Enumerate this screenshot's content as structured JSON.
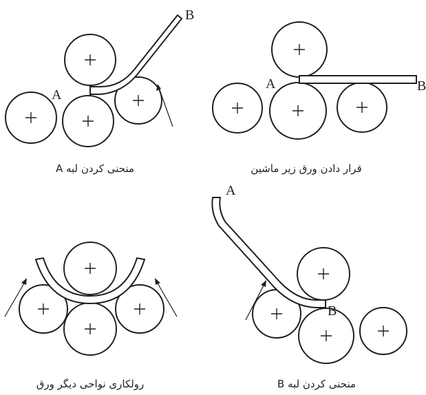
{
  "panels": {
    "top_right": {
      "caption": "قرار دادن ورق زیر ماشین",
      "point_a": "A",
      "point_b": "B"
    },
    "top_left": {
      "caption": "منحنی کردن لبه A",
      "point_a": "A",
      "point_b": "B"
    },
    "bottom_right": {
      "caption": "منحنی کردن لبه B",
      "point_a": "A",
      "point_b": "B"
    },
    "bottom_left": {
      "caption": "رولکاری نواحی دیگر ورق"
    }
  },
  "roller_mark": "+",
  "colors": {
    "line": "#231f20",
    "background": "#ffffff"
  }
}
